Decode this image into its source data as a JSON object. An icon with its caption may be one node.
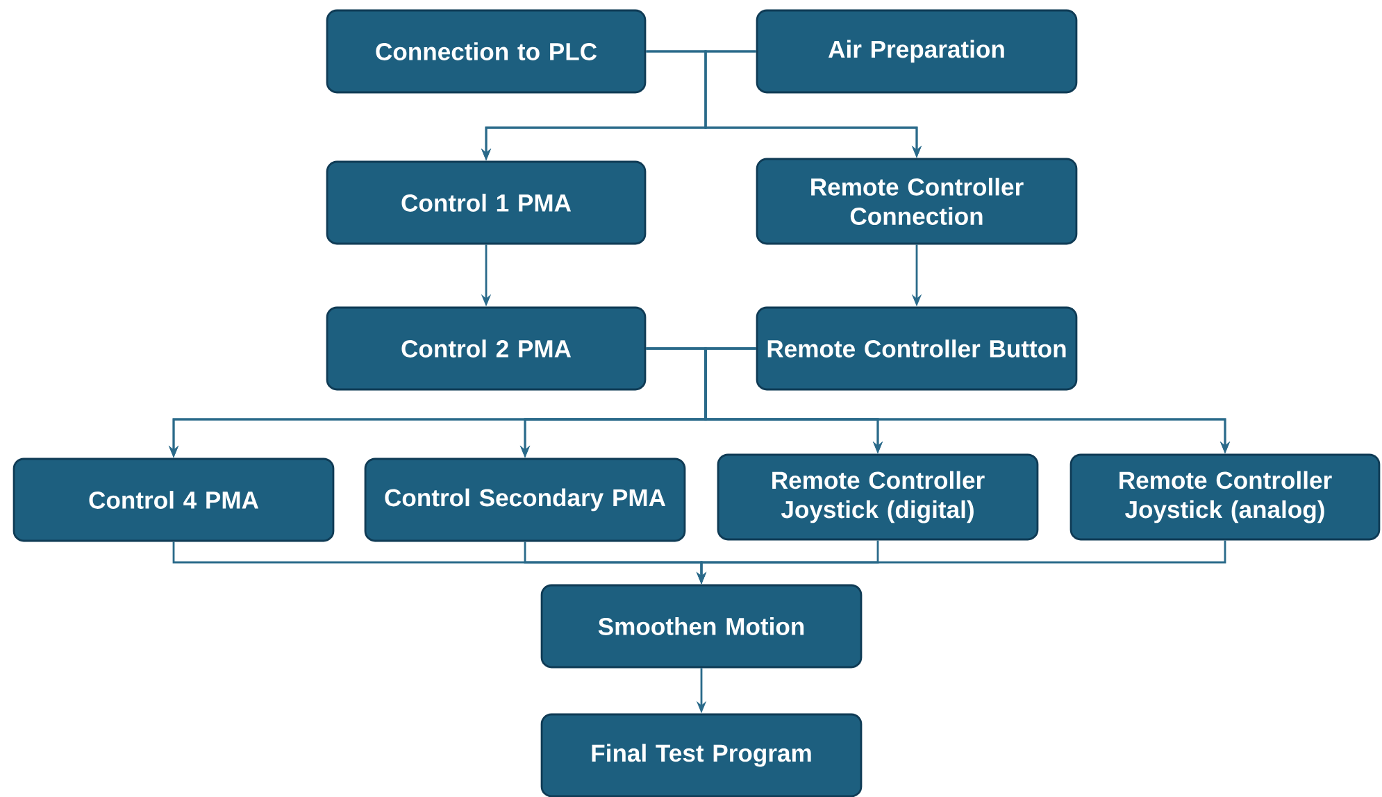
{
  "diagram": {
    "nodes": [
      {
        "text": [
          "Connection to PLC"
        ]
      },
      {
        "text": [
          "Air Preparation"
        ]
      },
      {
        "text": [
          "Control 1 PMA"
        ]
      },
      {
        "text": [
          "Remote Controller Connection"
        ]
      },
      {
        "text": [
          "Control 2 PMA"
        ]
      },
      {
        "text": [
          "Remote Controller Button"
        ]
      },
      {
        "text": [
          "Control 4 PMA"
        ]
      },
      {
        "text": [
          "Control Secondary PMA"
        ]
      },
      {
        "text": [
          "Remote Controller Joystick (digital)"
        ]
      },
      {
        "text": [
          "Remote Controller Joystick (analog)"
        ]
      },
      {
        "text": [
          "Smoothen Motion"
        ]
      },
      {
        "text": [
          "Final Test Program"
        ]
      }
    ],
    "edges": [
      {
        "from": 0,
        "to": 2,
        "arrow": "to"
      },
      {
        "from": 0,
        "to": 3,
        "arrow": "to"
      },
      {
        "from": 1,
        "to": 2,
        "arrow": "to"
      },
      {
        "from": 1,
        "to": 3,
        "arrow": "to"
      },
      {
        "from": 2,
        "to": 4,
        "arrow": "to"
      },
      {
        "from": 3,
        "to": 5,
        "arrow": "to"
      },
      {
        "from": 4,
        "to": 6,
        "arrow": "to"
      },
      {
        "from": 4,
        "to": 7,
        "arrow": "to"
      },
      {
        "from": 4,
        "to": 8,
        "arrow": "to"
      },
      {
        "from": 4,
        "to": 9,
        "arrow": "to"
      },
      {
        "from": 5,
        "to": 6,
        "arrow": "to"
      },
      {
        "from": 5,
        "to": 7,
        "arrow": "to"
      },
      {
        "from": 5,
        "to": 8,
        "arrow": "to"
      },
      {
        "from": 5,
        "to": 9,
        "arrow": "to"
      },
      {
        "from": 6,
        "to": 10,
        "arrow": "to"
      },
      {
        "from": 7,
        "to": 10,
        "arrow": "to"
      },
      {
        "from": 8,
        "to": 10,
        "arrow": "to"
      },
      {
        "from": 9,
        "to": 10,
        "arrow": "to"
      },
      {
        "from": 10,
        "to": 11,
        "arrow": "to"
      }
    ]
  }
}
